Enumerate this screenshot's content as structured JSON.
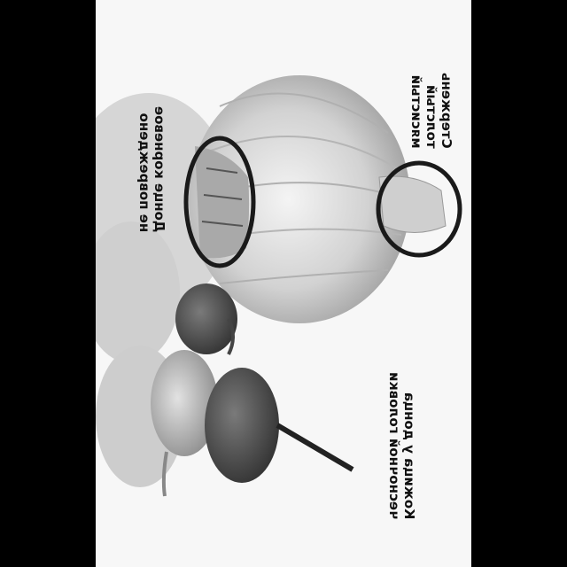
{
  "labels": {
    "top_right": [
      "Стержень",
      "толстый",
      "мясистый"
    ],
    "bottom_right": [
      "Кожица у донца",
      "чесночной головки"
    ],
    "left": [
      "Донце корневое",
      "не повреждено"
    ]
  }
}
